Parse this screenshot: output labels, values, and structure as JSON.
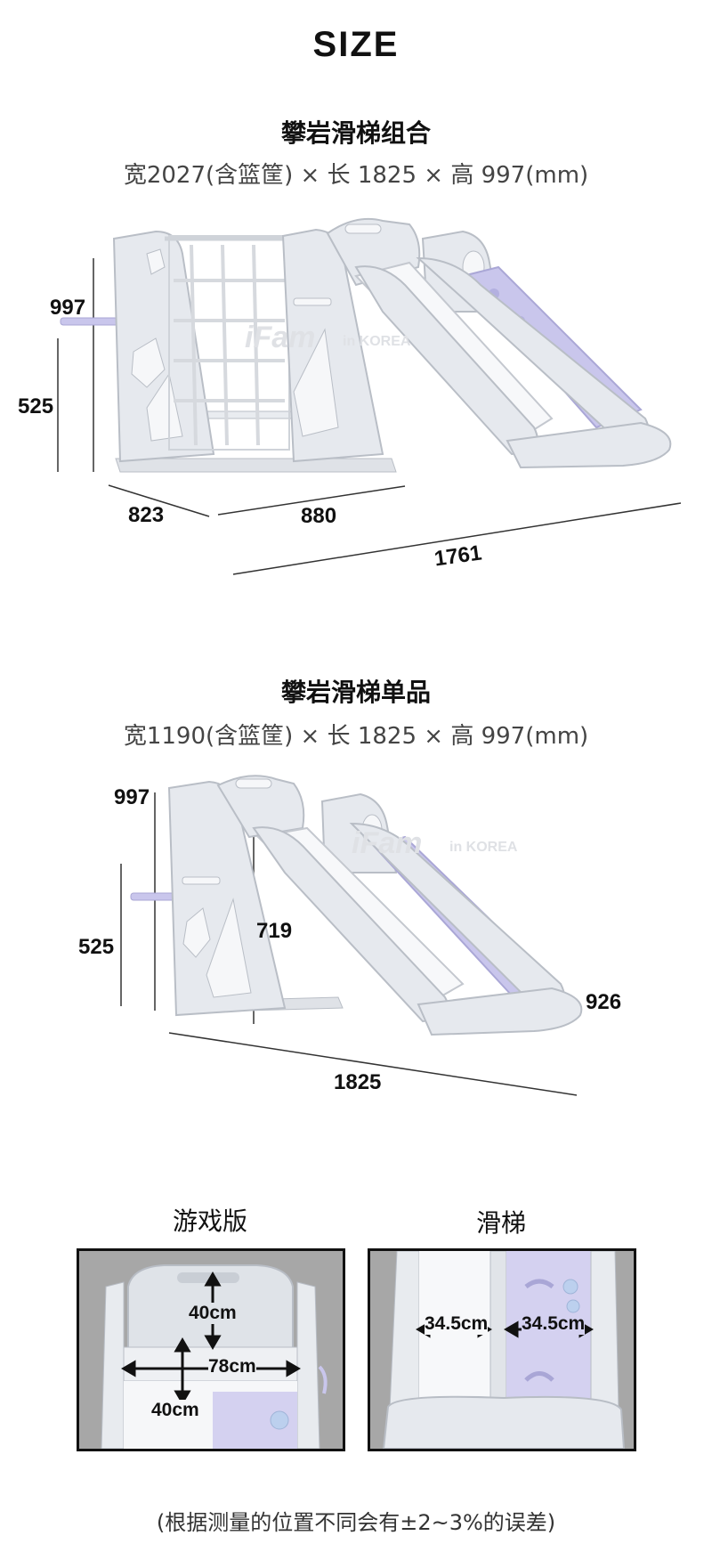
{
  "page_title": "SIZE",
  "combo": {
    "title": "攀岩滑梯组合",
    "dims": "宽2027(含篮筐) × 长 1825 × 高 997(mm)",
    "labels": {
      "height": "997",
      "hoop": "525",
      "depth": "823",
      "width": "880",
      "length": "1761"
    },
    "watermark": {
      "brand": "iFam",
      "origin": "in KOREA"
    }
  },
  "single": {
    "title": "攀岩滑梯单品",
    "dims": "宽1190(含篮筐) × 长 1825 × 高 997(mm)",
    "labels": {
      "height": "997",
      "hoop": "525",
      "platform": "719",
      "width": "926",
      "length": "1825"
    },
    "watermark": {
      "brand": "iFam",
      "origin": "in KOREA"
    }
  },
  "detail_play": {
    "title": "游戏版",
    "labels": {
      "back": "40cm",
      "width": "78cm",
      "depth": "40cm"
    }
  },
  "detail_slide": {
    "title": "滑梯",
    "labels": {
      "left": "34.5cm",
      "right": "34.5cm"
    }
  },
  "footnote": "(根据测量的位置不同会有±2~3%的误差)",
  "colors": {
    "plastic": "#e6e9ee",
    "outline": "#b9bec6",
    "lavender": "#c9c6ec",
    "photo_bg": "#a7a7a7"
  }
}
